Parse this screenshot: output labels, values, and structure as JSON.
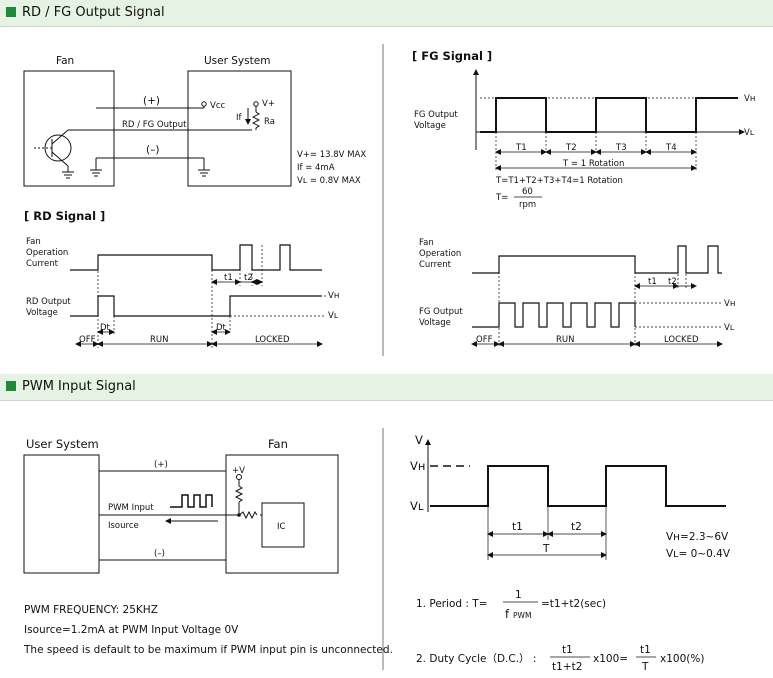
{
  "section1": {
    "title": "RD / FG Output Signal"
  },
  "section2": {
    "title": "PWM Input Signal"
  },
  "rd_circuit": {
    "fan_label": "Fan",
    "user_label": "User System",
    "plus_label": "(+)",
    "signal_label": "RD / FG Output",
    "minus_label": "(–)",
    "vcc_label": "Vcc",
    "vplus_label": "V+",
    "if_label": "If",
    "ra_label": "Ra",
    "spec1": "V+= 13.8V MAX",
    "spec2": "If   = 4mA",
    "spec3": "Vʟ = 0.8V MAX"
  },
  "rd_signal": {
    "title": "[ RD Signal ]",
    "fan_op_1": "Fan",
    "fan_op_2": "Operation",
    "fan_op_3": "Current",
    "rd_out_1": "RD Output",
    "rd_out_2": "Voltage",
    "vh": "Vʜ",
    "vl": "Vʟ",
    "dt": "Dt",
    "t1": "t1",
    "t2": "t2",
    "off": "OFF",
    "run": "RUN",
    "locked": "LOCKED"
  },
  "fg_signal": {
    "title": "[ FG Signal ]",
    "out_1": "FG Output",
    "out_2": "Voltage",
    "vh": "Vʜ",
    "vl": "Vʟ",
    "T1": "T1",
    "T2": "T2",
    "T3": "T3",
    "T4": "T4",
    "rotation": "T = 1 Rotation",
    "sum": "T=T1+T2+T3+T4=1 Rotation",
    "t_eq": "T=",
    "num": "60",
    "den": "rpm"
  },
  "fg_signal2": {
    "fan_op_1": "Fan",
    "fan_op_2": "Operation",
    "fan_op_3": "Current",
    "fg_out_1": "FG Output",
    "fg_out_2": "Voltage",
    "vh": "Vʜ",
    "vl": "Vʟ",
    "t1": "t1",
    "t2": "t2",
    "off": "OFF",
    "run": "RUN",
    "locked": "LOCKED"
  },
  "pwm_circuit": {
    "user_label": "User System",
    "fan_label": "Fan",
    "plus_label": "(+)",
    "minus_label": "(–)",
    "vplus_label": "+V",
    "pwm_input": "PWM Input",
    "isource": "Isource",
    "ic": "IC"
  },
  "pwm_notes": {
    "freq": "PWM FREQUENCY: 25KHZ",
    "isource": "Isource=1.2mA at PWM Input Voltage 0V",
    "default": "The speed is default to be maximum if PWM input pin is unconnected."
  },
  "pwm_wave": {
    "v": "V",
    "vh": "Vʜ",
    "vl": "Vʟ",
    "t1": "t1",
    "t2": "t2",
    "T": "T",
    "vh_range": "Vʜ=2.3~6V",
    "vl_range": "Vʟ= 0~0.4V"
  },
  "formulas": {
    "period_label": "1. Period : T=",
    "period_num": "1",
    "period_den": "f",
    "period_sub": "PWM",
    "period_rhs": "=t1+t2(sec)",
    "duty_label": "2. Duty Cycle（D.C.） :",
    "duty_num1": "t1",
    "duty_den1": "t1+t2",
    "duty_mid": "x100=",
    "duty_num2": "t1",
    "duty_den2": "T",
    "duty_end": "x100(%)"
  }
}
